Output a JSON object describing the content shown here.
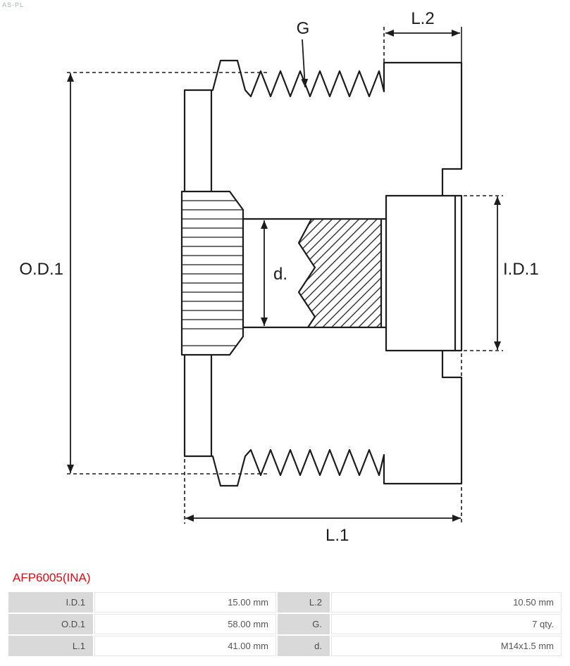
{
  "logo": {
    "text": "AS-PL"
  },
  "drawing": {
    "labels": {
      "g": "G",
      "l2": "L.2",
      "od1": "O.D.1",
      "id1": "I.D.1",
      "d": "d.",
      "l1": "L.1"
    },
    "line_color": "#1c1c1c"
  },
  "product": {
    "code": "AFP6005(INA)",
    "accent_color": "#e30613"
  },
  "spec_table": {
    "rows": [
      [
        "I.D.1",
        "15.00 mm",
        "L.2",
        "10.50 mm"
      ],
      [
        "O.D.1",
        "58.00 mm",
        "G.",
        "7 qty."
      ],
      [
        "L.1",
        "41.00 mm",
        "d.",
        "M14x1.5 mm"
      ]
    ]
  }
}
